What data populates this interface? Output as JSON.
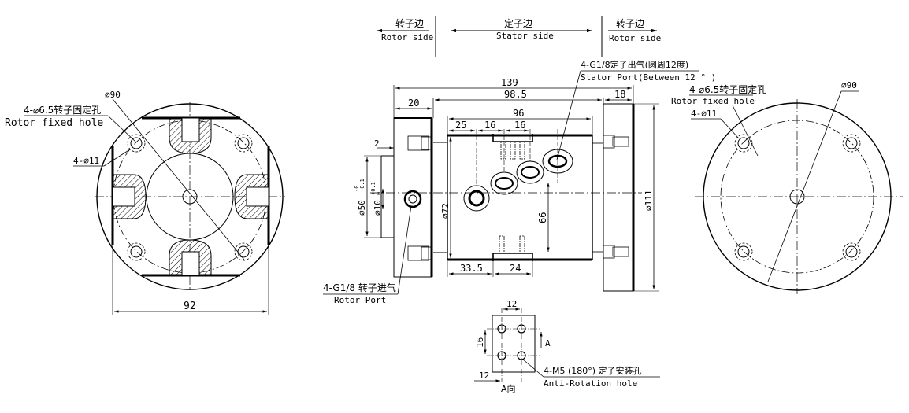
{
  "header": {
    "rotor_left_cn": "转子边",
    "rotor_left_en": "Rotor side",
    "stator_cn": "定子边",
    "stator_en": "Stator side",
    "rotor_right_cn": "转子边",
    "rotor_right_en": "Rotor side"
  },
  "left_view": {
    "hole_label_cn": "4-⌀6.5转子固定孔",
    "hole_label_en": "Rotor fixed hole",
    "phi90": "⌀90",
    "phi11": "4-⌀11",
    "dim_92": "92"
  },
  "center_view": {
    "stator_port_cn": "4-G1/8定子出气(圆周12度)",
    "stator_port_en": "Stator Port(Between 12 ° )",
    "dim_139": "139",
    "dim_98_5": "98.5",
    "dim_20": "20",
    "dim_18": "18",
    "dim_96": "96",
    "dim_25": "25",
    "dim_16a": "16",
    "dim_16b": "16",
    "dim_2": "2",
    "dim_phi50": "⌀50",
    "tol_phi50_top": "-0",
    "tol_phi50_bot": "-0.1",
    "dim_phi10": "⌀10",
    "tol_phi10_top": "+0.1",
    "tol_phi10_bot": "0",
    "dim_phi72": "⌀72",
    "dim_66": "66",
    "dim_phi111": "⌀111",
    "dim_33_5": "33.5",
    "dim_24": "24",
    "rotor_port_cn": "4-G1/8 转子进气",
    "rotor_port_en": "Rotor Port"
  },
  "right_view": {
    "hole_label_cn": "4-⌀6.5转子固定孔",
    "hole_label_en": "Rotor fixed hole",
    "phi11": "4-⌀11",
    "phi90": "⌀90"
  },
  "detail_view": {
    "dim_12_top": "12",
    "dim_16": "16",
    "dim_12_bot": "12",
    "arrow_a": "A",
    "view_label": "A向",
    "hole_label_cn": "4-M5 (180°) 定子安装孔",
    "hole_label_en": "Anti-Rotation hole"
  }
}
